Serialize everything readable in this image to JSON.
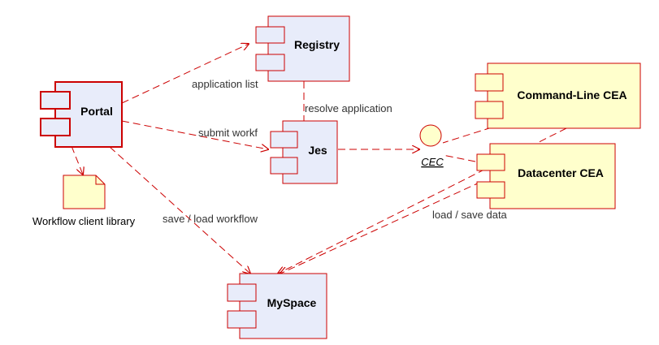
{
  "colors": {
    "border": "#cc0000",
    "component_blue": "#e8ecfa",
    "component_yellow": "#ffffcc",
    "note_yellow": "#ffffcc",
    "text": "#000000",
    "label_text": "#333333"
  },
  "components": {
    "registry": "Registry",
    "portal": "Portal",
    "jes": "Jes",
    "command_line_cea": "Command-Line CEA",
    "datacenter_cea": "Datacenter CEA",
    "myspace": "MySpace"
  },
  "interface": {
    "cec": "CEC"
  },
  "note": {
    "label": "Workflow client library"
  },
  "edge_labels": {
    "application_list": "application list",
    "resolve_application": "resolve application",
    "submit_workflow": "submit workf",
    "save_load_workflow": "save / load workflow",
    "load_save_data": "load / save data"
  }
}
